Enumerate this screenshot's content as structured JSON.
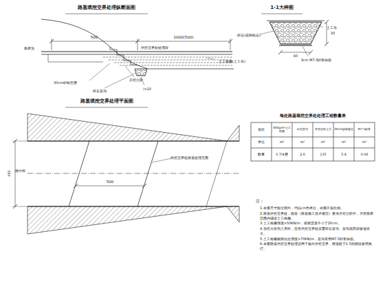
{
  "diagram": {
    "labels": [
      "路基填挖交界处理纵断面图",
      "1-1大样图",
      "路床顶",
      "500",
      "1000(500)",
      "填挖交界处处理段",
      "30cm砂砾垫层",
      "碎石盲沟",
      "开挖台阶",
      "i>10",
      "土工格栅(土工布)",
      "土工布",
      "碎石(或卵砾石)",
      "40",
      "30",
      "3cm M7.5砂浆抹面",
      "路基填挖交界处理平面图",
      "路中线",
      "450",
      "500",
      "填挖交界处路基处理范围",
      "每处路基填挖交界处处理工程数量表",
      "项目",
      "300g/m²土工格栅",
      "碎石盲沟",
      "开挖台阶土方",
      "30cm砂砾垫层",
      "M7.5砂浆",
      "单位",
      "m²",
      "m³",
      "m³",
      "m³",
      "m³",
      "数量",
      "0.7/4层",
      "2.6",
      "135",
      "5.4",
      "0.08",
      "注：",
      "1.本图尺寸除注明外，均以cm为单位，本图不按比例。",
      "2.路基填挖交界处，除按《路基施工技术规范》要求开挖台阶外，另在路床范围内铺设土工格栅。",
      "3.土工格栅强度>50KN/m，搭接宽度不小于20cm。",
      "4.当挖方段为土质时，应在填挖交界处设置碎石盲沟，盲沟底部设纵坡排水。",
      "5.土工格栅极限抗拉强度>70KN/m，盲沟采用M7.5砂浆抹面。",
      "6.本图路基填挖交界处理适用于纵向填挖交界，横坡陡于1:5的路段参照执行。"
    ]
  }
}
